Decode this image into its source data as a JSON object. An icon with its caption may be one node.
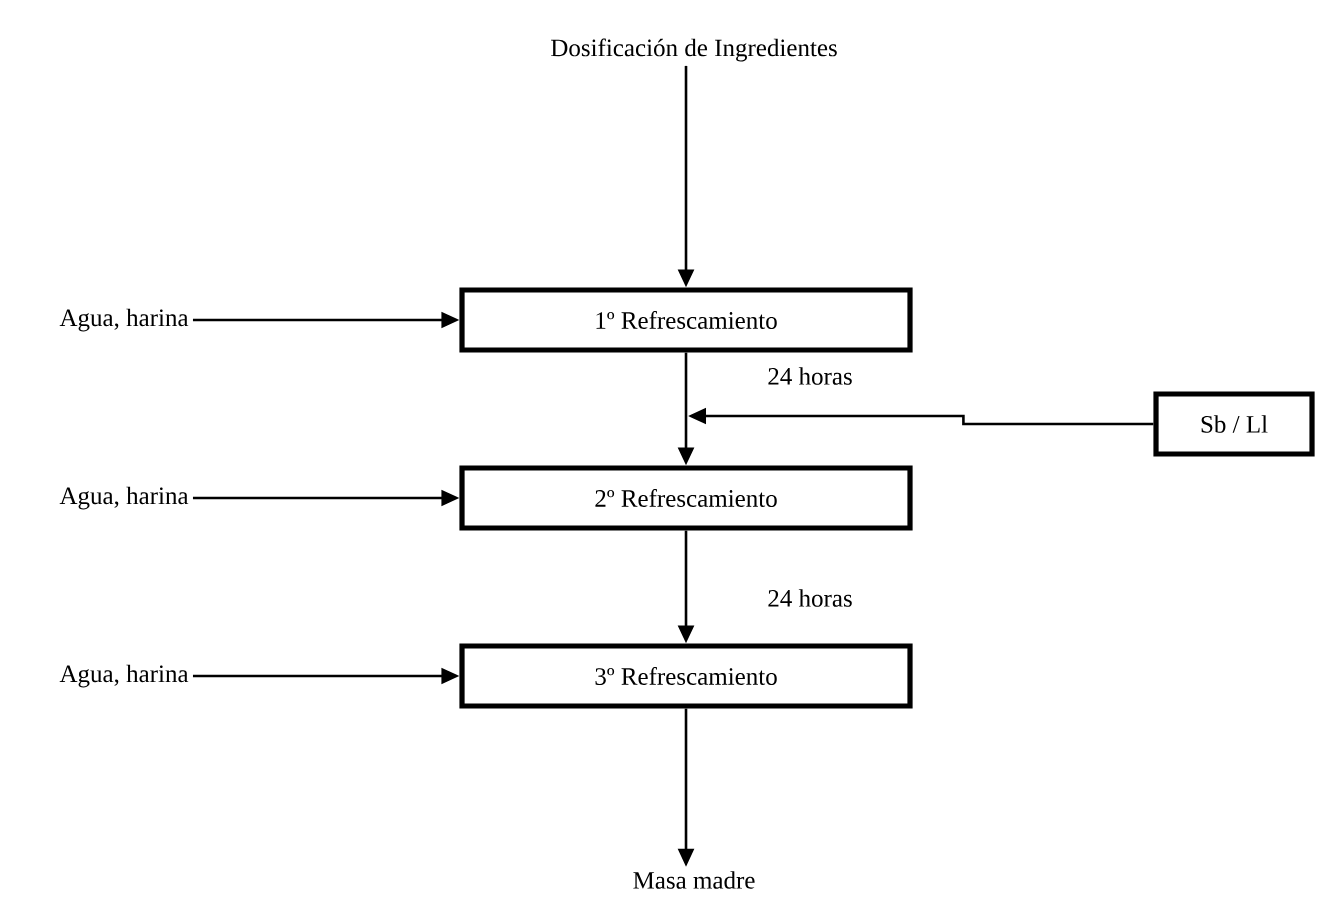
{
  "diagram": {
    "nodes": [
      {
        "text": [
          "Dosificación de Ingredientes"
        ]
      },
      {
        "text": [
          "1º Refrescamiento"
        ]
      },
      {
        "text": [
          "2º Refrescamiento"
        ]
      },
      {
        "text": [
          "3º Refrescamiento"
        ]
      },
      {
        "text": [
          "Agua, harina"
        ]
      },
      {
        "text": [
          "Agua, harina"
        ]
      },
      {
        "text": [
          "Agua, harina"
        ]
      },
      {
        "text": [
          "Sb / Ll"
        ]
      },
      {
        "text": [
          "Masa madre"
        ]
      }
    ],
    "edges": [
      {
        "from": 0,
        "to": 1,
        "arrow": "to"
      },
      {
        "from": 4,
        "to": 1,
        "arrow": "to"
      },
      {
        "from": 1,
        "to": 2,
        "arrow": "to",
        "label": "24 horas"
      },
      {
        "from": 7,
        "to": 2,
        "arrow": "to"
      },
      {
        "from": 5,
        "to": 2,
        "arrow": "to"
      },
      {
        "from": 2,
        "to": 3,
        "arrow": "to",
        "label": "24 horas"
      },
      {
        "from": 6,
        "to": 3,
        "arrow": "to"
      },
      {
        "from": 3,
        "to": 8,
        "arrow": "to"
      }
    ]
  }
}
